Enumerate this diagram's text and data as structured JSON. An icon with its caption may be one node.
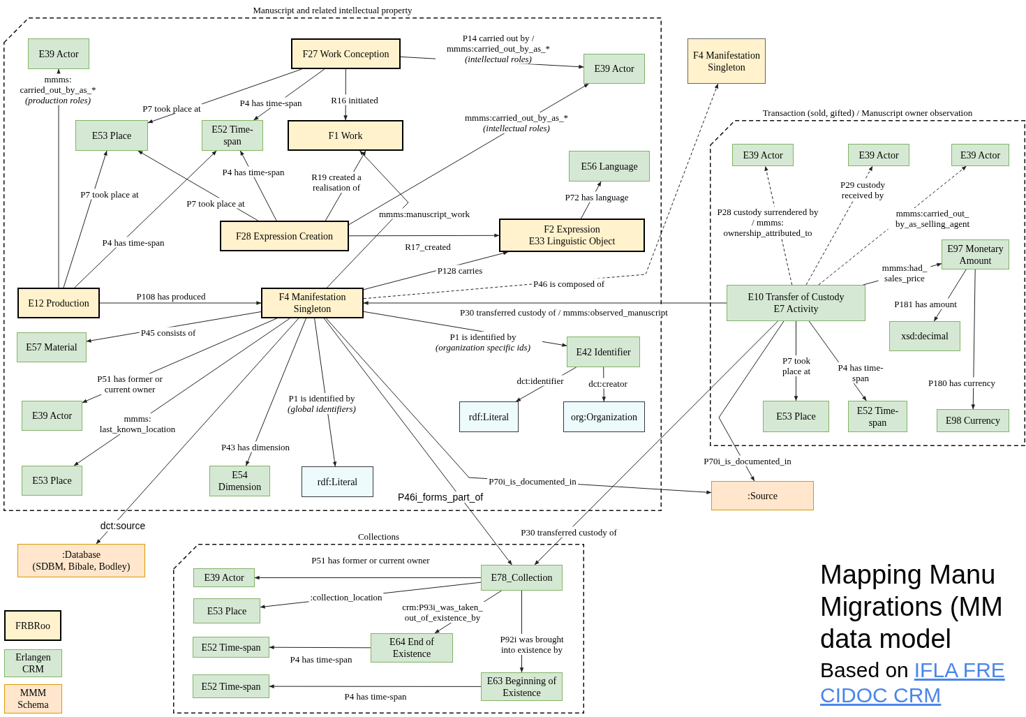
{
  "diagram": {
    "title": "Mapping Manu Migrations (MM data model",
    "nodes": [
      {
        "text": [
          "Manuscript and related intellectual property"
        ]
      },
      {
        "text": [
          "E39 Actor"
        ],
        "in": 0
      },
      {
        "text": [
          "F27 Work Conception"
        ],
        "in": 0
      },
      {
        "text": [
          "E39 Actor"
        ],
        "in": 0
      },
      {
        "text": [
          "E53 Place"
        ],
        "in": 0
      },
      {
        "text": [
          "E52 Time-span"
        ],
        "in": 0
      },
      {
        "text": [
          "F1 Work"
        ],
        "in": 0
      },
      {
        "text": [
          "E56 Language"
        ],
        "in": 0
      },
      {
        "text": [
          "F28 Expression Creation"
        ],
        "in": 0
      },
      {
        "text": [
          "F2 Expression",
          "E33 Linguistic Object"
        ],
        "in": 0
      },
      {
        "text": [
          "E12 Production"
        ],
        "in": 0
      },
      {
        "text": [
          "F4 Manifestation Singleton"
        ],
        "in": 0
      },
      {
        "text": [
          "E57 Material"
        ],
        "in": 0
      },
      {
        "text": [
          "E39 Actor"
        ],
        "in": 0
      },
      {
        "text": [
          "E53 Place"
        ],
        "in": 0
      },
      {
        "text": [
          "E54 Dimension"
        ],
        "in": 0
      },
      {
        "text": [
          "rdf:Literal"
        ],
        "in": 0
      },
      {
        "text": [
          "E42 Identifier"
        ],
        "in": 0
      },
      {
        "text": [
          "rdf:Literal"
        ],
        "in": 0
      },
      {
        "text": [
          "org:Organization"
        ],
        "in": 0
      },
      {
        "text": [
          "F4 Manifestation Singleton"
        ]
      },
      {
        "text": [
          "Transaction (sold, gifted) / Manuscript owner observation"
        ]
      },
      {
        "text": [
          "E39 Actor"
        ],
        "in": 21
      },
      {
        "text": [
          "E39 Actor"
        ],
        "in": 21
      },
      {
        "text": [
          "E39 Actor"
        ],
        "in": 21
      },
      {
        "text": [
          "E97 Monetary Amount"
        ],
        "in": 21
      },
      {
        "text": [
          "E10 Transfer of Custody",
          "E7 Activity"
        ],
        "in": 21
      },
      {
        "text": [
          "xsd:decimal"
        ],
        "in": 21
      },
      {
        "text": [
          "E53 Place"
        ],
        "in": 21
      },
      {
        "text": [
          "E52 Time-span"
        ],
        "in": 21
      },
      {
        "text": [
          "E98 Currency"
        ],
        "in": 21
      },
      {
        "text": [
          ":Source"
        ]
      },
      {
        "text": [
          ":Database",
          "(SDBM, Bibale, Bodley)"
        ]
      },
      {
        "text": [
          "Collections"
        ]
      },
      {
        "text": [
          "E39 Actor"
        ],
        "in": 33
      },
      {
        "text": [
          "E78_Collection"
        ],
        "in": 33
      },
      {
        "text": [
          "E53 Place"
        ],
        "in": 33
      },
      {
        "text": [
          "E64 End of Existence"
        ],
        "in": 33
      },
      {
        "text": [
          "E52 Time-span"
        ],
        "in": 33
      },
      {
        "text": [
          "E52 Time-span"
        ],
        "in": 33
      },
      {
        "text": [
          "E63 Beginning of Existence"
        ],
        "in": 33
      }
    ],
    "edges": [
      {
        "from": 10,
        "to": 1,
        "arrow": "to",
        "label": "mmms: carried_out_by_as_* *(production roles)*"
      },
      {
        "from": 2,
        "to": 4,
        "arrow": "to",
        "label": "P7 took place at"
      },
      {
        "from": 2,
        "to": 5,
        "arrow": "to",
        "label": "P4 has time-span"
      },
      {
        "from": 2,
        "to": 6,
        "arrow": "to",
        "label": "R16 initiated"
      },
      {
        "from": 2,
        "to": 3,
        "arrow": "to",
        "label": "P14 carried out by / mmms:carried_out_by_as_* *(intellectual roles)*"
      },
      {
        "from": 10,
        "to": 4,
        "arrow": "to",
        "label": "P7 took place at"
      },
      {
        "from": 10,
        "to": 5,
        "arrow": "to",
        "label": "P4 has time-span"
      },
      {
        "from": 8,
        "to": 4,
        "arrow": "to",
        "label": "P7 took place at"
      },
      {
        "from": 8,
        "to": 5,
        "arrow": "to",
        "label": "P4 has time-span"
      },
      {
        "from": 8,
        "to": 6,
        "arrow": "to",
        "label": "R19 created a realisation of"
      },
      {
        "from": 8,
        "to": 3,
        "arrow": "to",
        "label": "mmms:carried_out_by_as_* *(intellectual roles)*"
      },
      {
        "from": 8,
        "to": 9,
        "arrow": "to",
        "label": "R17_created"
      },
      {
        "from": 9,
        "to": 7,
        "arrow": "to",
        "label": "P72 has language"
      },
      {
        "from": 11,
        "to": 6,
        "arrow": "to",
        "label": "mmms:manuscript_work"
      },
      {
        "from": 11,
        "to": 9,
        "arrow": "to",
        "label": "P128 carries"
      },
      {
        "from": 11,
        "to": 20,
        "arrow": "to",
        "label": "P46 is composed of",
        "style": "dashed"
      },
      {
        "from": 10,
        "to": 11,
        "arrow": "to",
        "label": "P108 has produced"
      },
      {
        "from": 11,
        "to": 12,
        "arrow": "to",
        "label": "P45 consists of"
      },
      {
        "from": 11,
        "to": 13,
        "arrow": "to",
        "label": "P51 has former or current owner"
      },
      {
        "from": 11,
        "to": 14,
        "arrow": "to",
        "label": "mmms: last_known_location"
      },
      {
        "from": 11,
        "to": 32,
        "arrow": "to",
        "label": "dct:source"
      },
      {
        "from": 11,
        "to": 15,
        "arrow": "to",
        "label": "P43 has dimension"
      },
      {
        "from": 11,
        "to": 16,
        "arrow": "to",
        "label": "P1 is identified by *(global identifiers)*"
      },
      {
        "from": 11,
        "to": 17,
        "arrow": "to",
        "label": "P1 is identified by *(organization specific ids)*"
      },
      {
        "from": 17,
        "to": 18,
        "arrow": "to",
        "label": "dct:identifier"
      },
      {
        "from": 17,
        "to": 19,
        "arrow": "to",
        "label": "dct:creator"
      },
      {
        "from": 11,
        "to": 31,
        "arrow": "to",
        "label": "P70i_is_documented_in"
      },
      {
        "from": 11,
        "to": 35,
        "arrow": "to",
        "label": "P46i_forms_part_of"
      },
      {
        "from": 26,
        "to": 11,
        "arrow": "to",
        "label": "P30 transferred custody of / mmms:observed_manuscript"
      },
      {
        "from": 26,
        "to": 22,
        "arrow": "to",
        "label": "P28 custody surrendered by / mmms: ownership_attributed_to",
        "style": "dashed"
      },
      {
        "from": 26,
        "to": 23,
        "arrow": "to",
        "label": "P29 custody received by",
        "style": "dashed"
      },
      {
        "from": 26,
        "to": 24,
        "arrow": "to",
        "label": "mmms:carried_out_ by_as_selling_agent",
        "style": "dashed"
      },
      {
        "from": 26,
        "to": 25,
        "arrow": "to",
        "label": "mmms:had_ sales_price"
      },
      {
        "from": 25,
        "to": 27,
        "arrow": "to",
        "label": "P181 has amount"
      },
      {
        "from": 25,
        "to": 30,
        "arrow": "to",
        "label": "P180 has currency"
      },
      {
        "from": 26,
        "to": 28,
        "arrow": "to",
        "label": "P7 took place at"
      },
      {
        "from": 26,
        "to": 29,
        "arrow": "to",
        "label": "P4 has time-span"
      },
      {
        "from": 26,
        "to": 31,
        "arrow": "to",
        "label": "P70i_is_documented_in"
      },
      {
        "from": 26,
        "to": 35,
        "arrow": "to",
        "label": "P30 transferred custody of"
      },
      {
        "from": 35,
        "to": 34,
        "arrow": "to",
        "label": "P51 has former or current owner"
      },
      {
        "from": 35,
        "to": 36,
        "arrow": "to",
        "label": ":collection_location"
      },
      {
        "from": 35,
        "to": 37,
        "arrow": "to",
        "label": "crm:P93i_was_taken_ out_of_existence_by"
      },
      {
        "from": 37,
        "to": 38,
        "arrow": "to",
        "label": "P4 has time-span"
      },
      {
        "from": 35,
        "to": 40,
        "arrow": "to",
        "label": "P92i was brought into existence by"
      },
      {
        "from": 40,
        "to": 39,
        "arrow": "to",
        "label": "P4 has time-span"
      }
    ],
    "labels": [
      "Based on",
      "IFLA FRE",
      "CIDOC CRM"
    ],
    "legend": [
      {
        "text": "FRBRoo",
        "color": "#fff2cc"
      },
      {
        "text": "Erlangen CRM",
        "color": "#d5e8d4"
      },
      {
        "text": "MMM Schema",
        "color": "#ffe6cc"
      }
    ]
  }
}
